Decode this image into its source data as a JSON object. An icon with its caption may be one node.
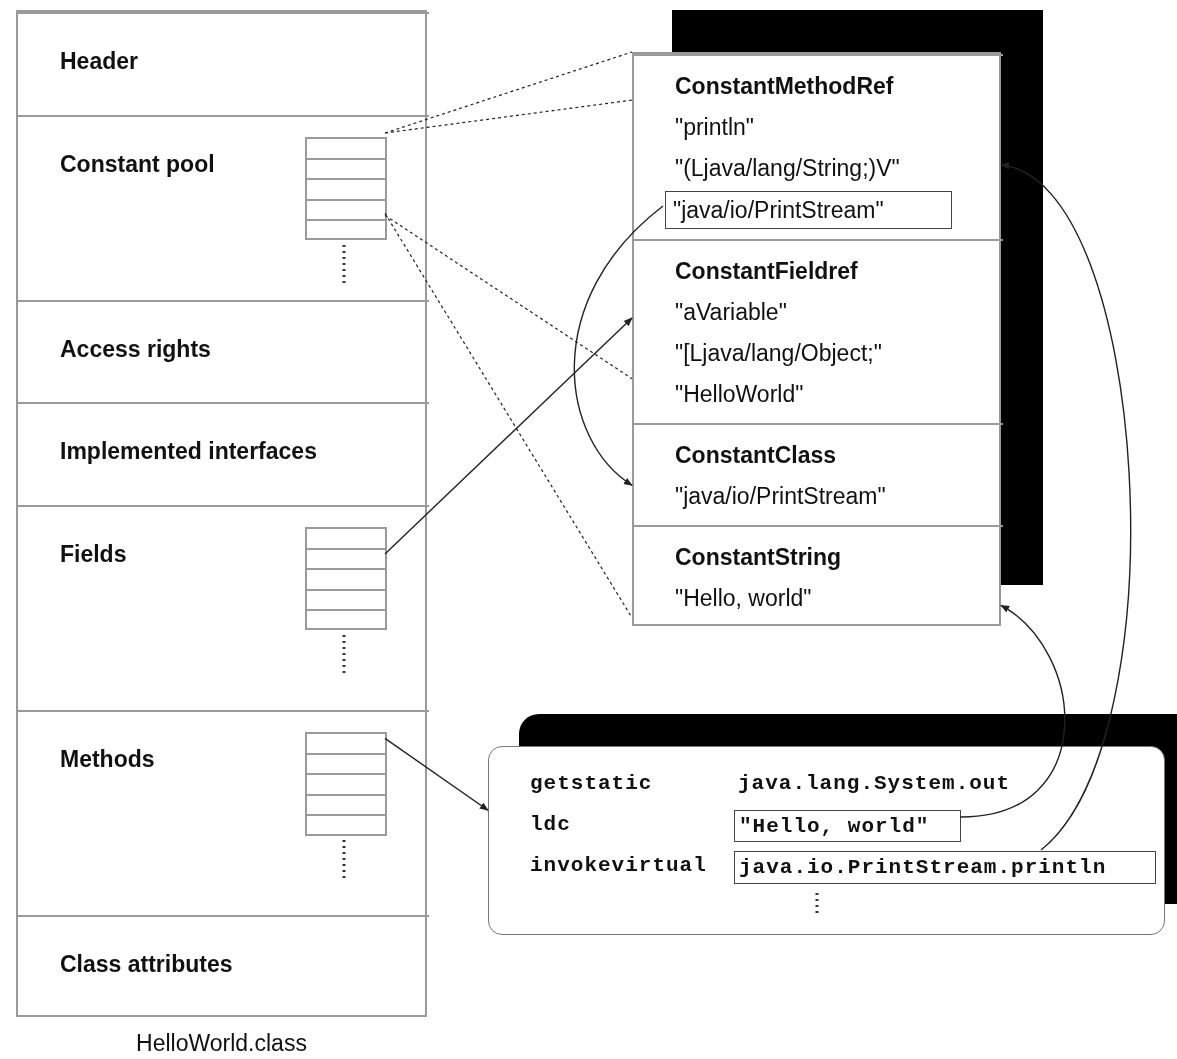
{
  "diagram": {
    "nodes": [
      {
        "text": [],
        "shape": "box",
        "beside": [
          "HelloWorld.class"
        ]
      },
      {
        "text": [
          "Header"
        ],
        "in": 0
      },
      {
        "text": [
          "Constant pool"
        ],
        "in": 0
      },
      {
        "text": [
          "Access rights"
        ],
        "in": 0
      },
      {
        "text": [
          "Implemented interfaces"
        ],
        "in": 0
      },
      {
        "text": [
          "Fields"
        ],
        "in": 0
      },
      {
        "text": [
          "Methods"
        ],
        "in": 0
      },
      {
        "text": [
          "Class attributes"
        ],
        "in": 0
      },
      {
        "text": [],
        "shape": "box",
        "in": 2
      },
      {
        "text": [],
        "shape": "box",
        "in": 5
      },
      {
        "text": [],
        "shape": "box",
        "in": 6
      },
      {
        "text": [],
        "shape": "box"
      },
      {
        "text": [
          "ConstantMethodRef",
          "\"println\"",
          "\"(Ljava/lang/String;)V\""
        ],
        "in": 11
      },
      {
        "text": [
          "\"java/io/PrintStream\""
        ],
        "in": 12
      },
      {
        "text": [
          "ConstantFieldref",
          "\"aVariable\"",
          "\"[Ljava/lang/Object;\"",
          "\"HelloWorld\""
        ],
        "in": 11
      },
      {
        "text": [
          "ConstantClass",
          "\"java/io/PrintStream\""
        ],
        "in": 11
      },
      {
        "text": [
          "ConstantString",
          "\"Hello, world\""
        ],
        "in": 11
      },
      {
        "text": [],
        "shape": "box"
      },
      {
        "text": [
          "\"Hello, world\""
        ],
        "in": 17
      },
      {
        "text": [
          "java.io.PrintStream.println"
        ],
        "in": 17
      }
    ],
    "edges": [
      {
        "from": 8,
        "to": 11,
        "arrow": "none",
        "style": "dashed"
      },
      {
        "from": 8,
        "to": 12,
        "arrow": "none",
        "style": "dashed"
      },
      {
        "from": 8,
        "to": 14,
        "arrow": "none",
        "style": "dashed"
      },
      {
        "from": 8,
        "to": 16,
        "arrow": "none",
        "style": "dashed"
      },
      {
        "from": 13,
        "to": 15,
        "arrow": "to"
      },
      {
        "from": 9,
        "to": 14,
        "arrow": "to"
      },
      {
        "from": 10,
        "to": 17,
        "arrow": "to"
      },
      {
        "from": 18,
        "to": 16,
        "arrow": "to"
      },
      {
        "from": 19,
        "to": 12,
        "arrow": "to"
      }
    ],
    "labels": [
      "getstatic",
      "java.lang.System.out",
      "ldc",
      "invokevirtual"
    ]
  }
}
